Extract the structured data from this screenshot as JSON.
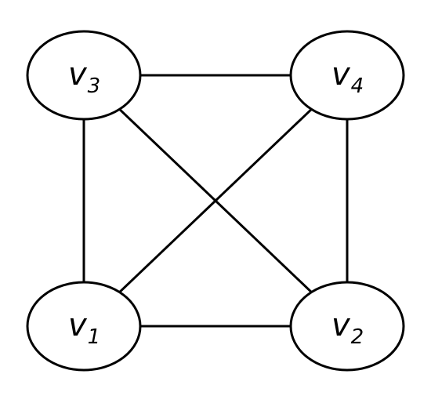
{
  "graph": {
    "nodes": [
      {
        "id": "v1",
        "letter": "v",
        "subscript": "1"
      },
      {
        "id": "v2",
        "letter": "v",
        "subscript": "2"
      },
      {
        "id": "v3",
        "letter": "v",
        "subscript": "3"
      },
      {
        "id": "v4",
        "letter": "v",
        "subscript": "4"
      }
    ],
    "edges": [
      [
        "v3",
        "v4"
      ],
      [
        "v3",
        "v1"
      ],
      [
        "v4",
        "v2"
      ],
      [
        "v1",
        "v2"
      ],
      [
        "v3",
        "v2"
      ],
      [
        "v4",
        "v1"
      ]
    ],
    "colors": {
      "stroke": "#000000",
      "fill": "#ffffff"
    }
  }
}
